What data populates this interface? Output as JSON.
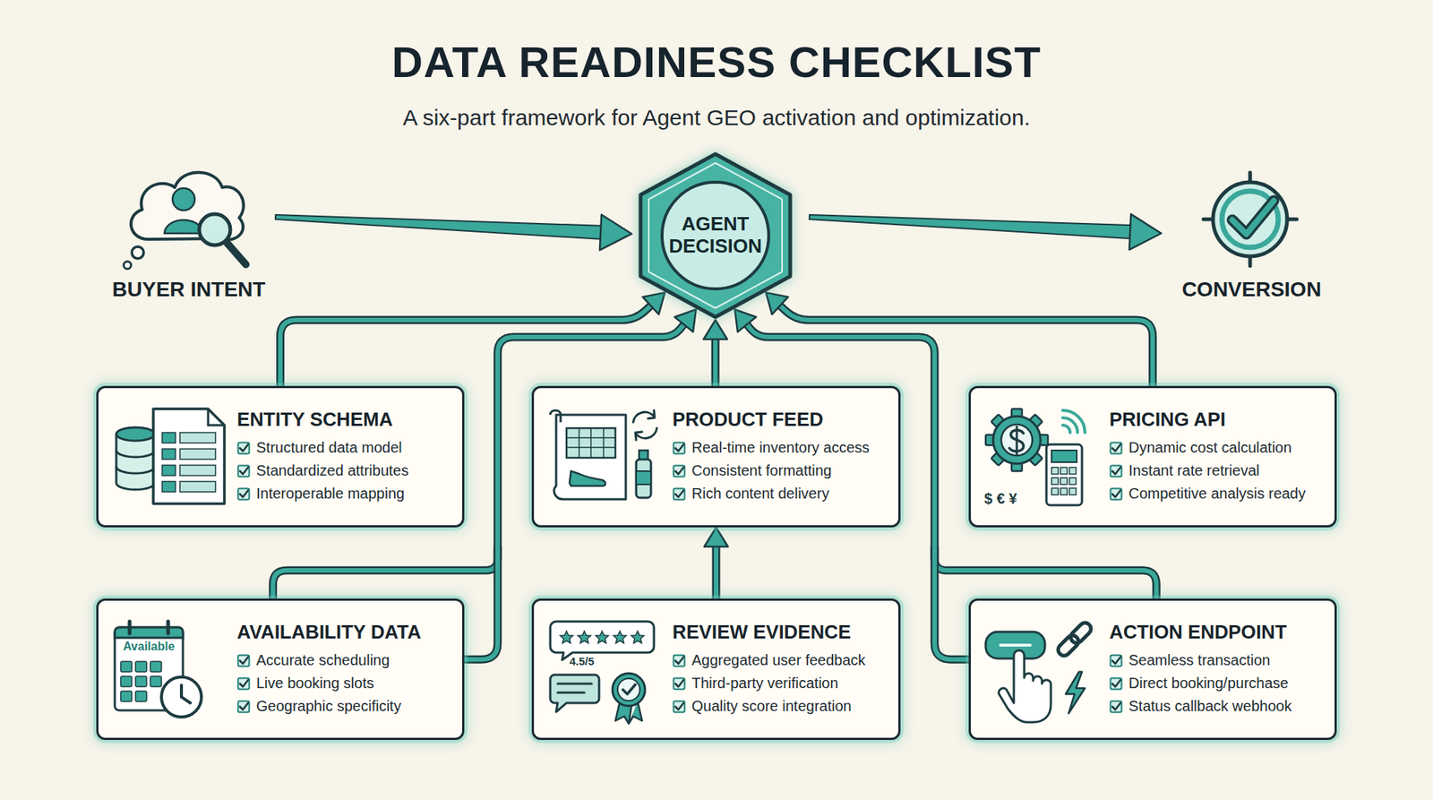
{
  "diagram": {
    "title": "DATA READINESS CHECKLIST",
    "caption": "A six-part framework for Agent GEO activation and optimization.",
    "nodes": [
      {
        "text": [
          "BUYER INTENT"
        ]
      },
      {
        "text": [
          "AGENT DECISION"
        ]
      },
      {
        "text": [
          "CONVERSION"
        ]
      },
      {
        "text": [
          "ENTITY SCHEMA",
          "Structured data model",
          "Standardized attributes",
          "Interoperable mapping"
        ]
      },
      {
        "text": [
          "PRODUCT FEED",
          "Real-time inventory access",
          "Consistent formatting",
          "Rich content delivery"
        ]
      },
      {
        "text": [
          "PRICING API",
          "Dynamic cost calculation",
          "Instant rate retrieval",
          "Competitive analysis ready"
        ]
      },
      {
        "text": [
          "AVAILABILITY DATA",
          "Accurate scheduling",
          "Live booking slots",
          "Geographic specificity"
        ]
      },
      {
        "text": [
          "REVIEW EVIDENCE",
          "Aggregated user feedback",
          "Third-party verification",
          "Quality score integration"
        ]
      },
      {
        "text": [
          "ACTION ENDPOINT",
          "Seamless transaction",
          "Direct booking/purchase",
          "Status callback webhook"
        ]
      }
    ],
    "edges": [
      {
        "from": 0,
        "to": 1,
        "arrow": "to"
      },
      {
        "from": 1,
        "to": 2,
        "arrow": "to"
      },
      {
        "from": 3,
        "to": 1,
        "arrow": "to"
      },
      {
        "from": 4,
        "to": 1,
        "arrow": "to"
      },
      {
        "from": 5,
        "to": 1,
        "arrow": "to"
      },
      {
        "from": 6,
        "to": 1,
        "arrow": "to"
      },
      {
        "from": 7,
        "to": 4,
        "arrow": "to"
      },
      {
        "from": 8,
        "to": 1,
        "arrow": "to"
      }
    ],
    "labels": [
      "$ € ¥",
      "Available",
      "4.5/5"
    ]
  }
}
